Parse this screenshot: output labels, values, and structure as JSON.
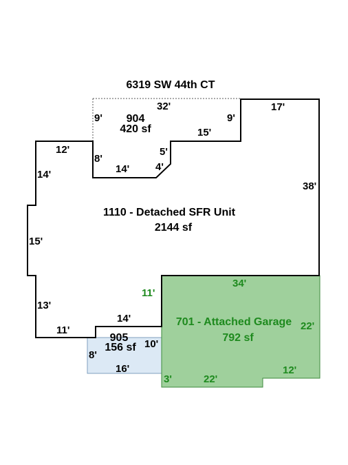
{
  "address": "6319 SW 44th CT",
  "colors": {
    "outline": "#000000",
    "garage_fill": "#9fd09c",
    "garage_text": "#1e8a1e",
    "area905_fill": "#dce9f5",
    "area905_stroke": "#7f9fbf"
  },
  "areas": {
    "main": {
      "code": "1110 - Detached SFR Unit",
      "size": "2144 sf"
    },
    "garage": {
      "code": "701 - Attached Garage",
      "size": "792 sf"
    },
    "area904": {
      "code": "904",
      "size": "420 sf"
    },
    "area905": {
      "code": "905",
      "size": "156 sf"
    }
  },
  "dimensions": {
    "d904_left": "9'",
    "d904_top": "32'",
    "d904_right": "9'",
    "main_top_right": "17'",
    "main_step_15": "15'",
    "main_step_5": "5'",
    "main_step_4": "4'",
    "d904_bottom": "14'",
    "d904_left_lower": "8'",
    "main_top_left": "12'",
    "main_left_14": "14'",
    "main_right": "38'",
    "main_left_15": "15'",
    "garage_left": "11'",
    "garage_top": "34'",
    "main_left_13": "13'",
    "main_bottom_11": "11'",
    "main_bottom_14": "14'",
    "garage_right": "22'",
    "d905_right": "10'",
    "d905_left": "8'",
    "d905_bottom": "16'",
    "garage_bottom_right": "12'",
    "garage_bottom": "22'",
    "garage_notch": "3'"
  }
}
